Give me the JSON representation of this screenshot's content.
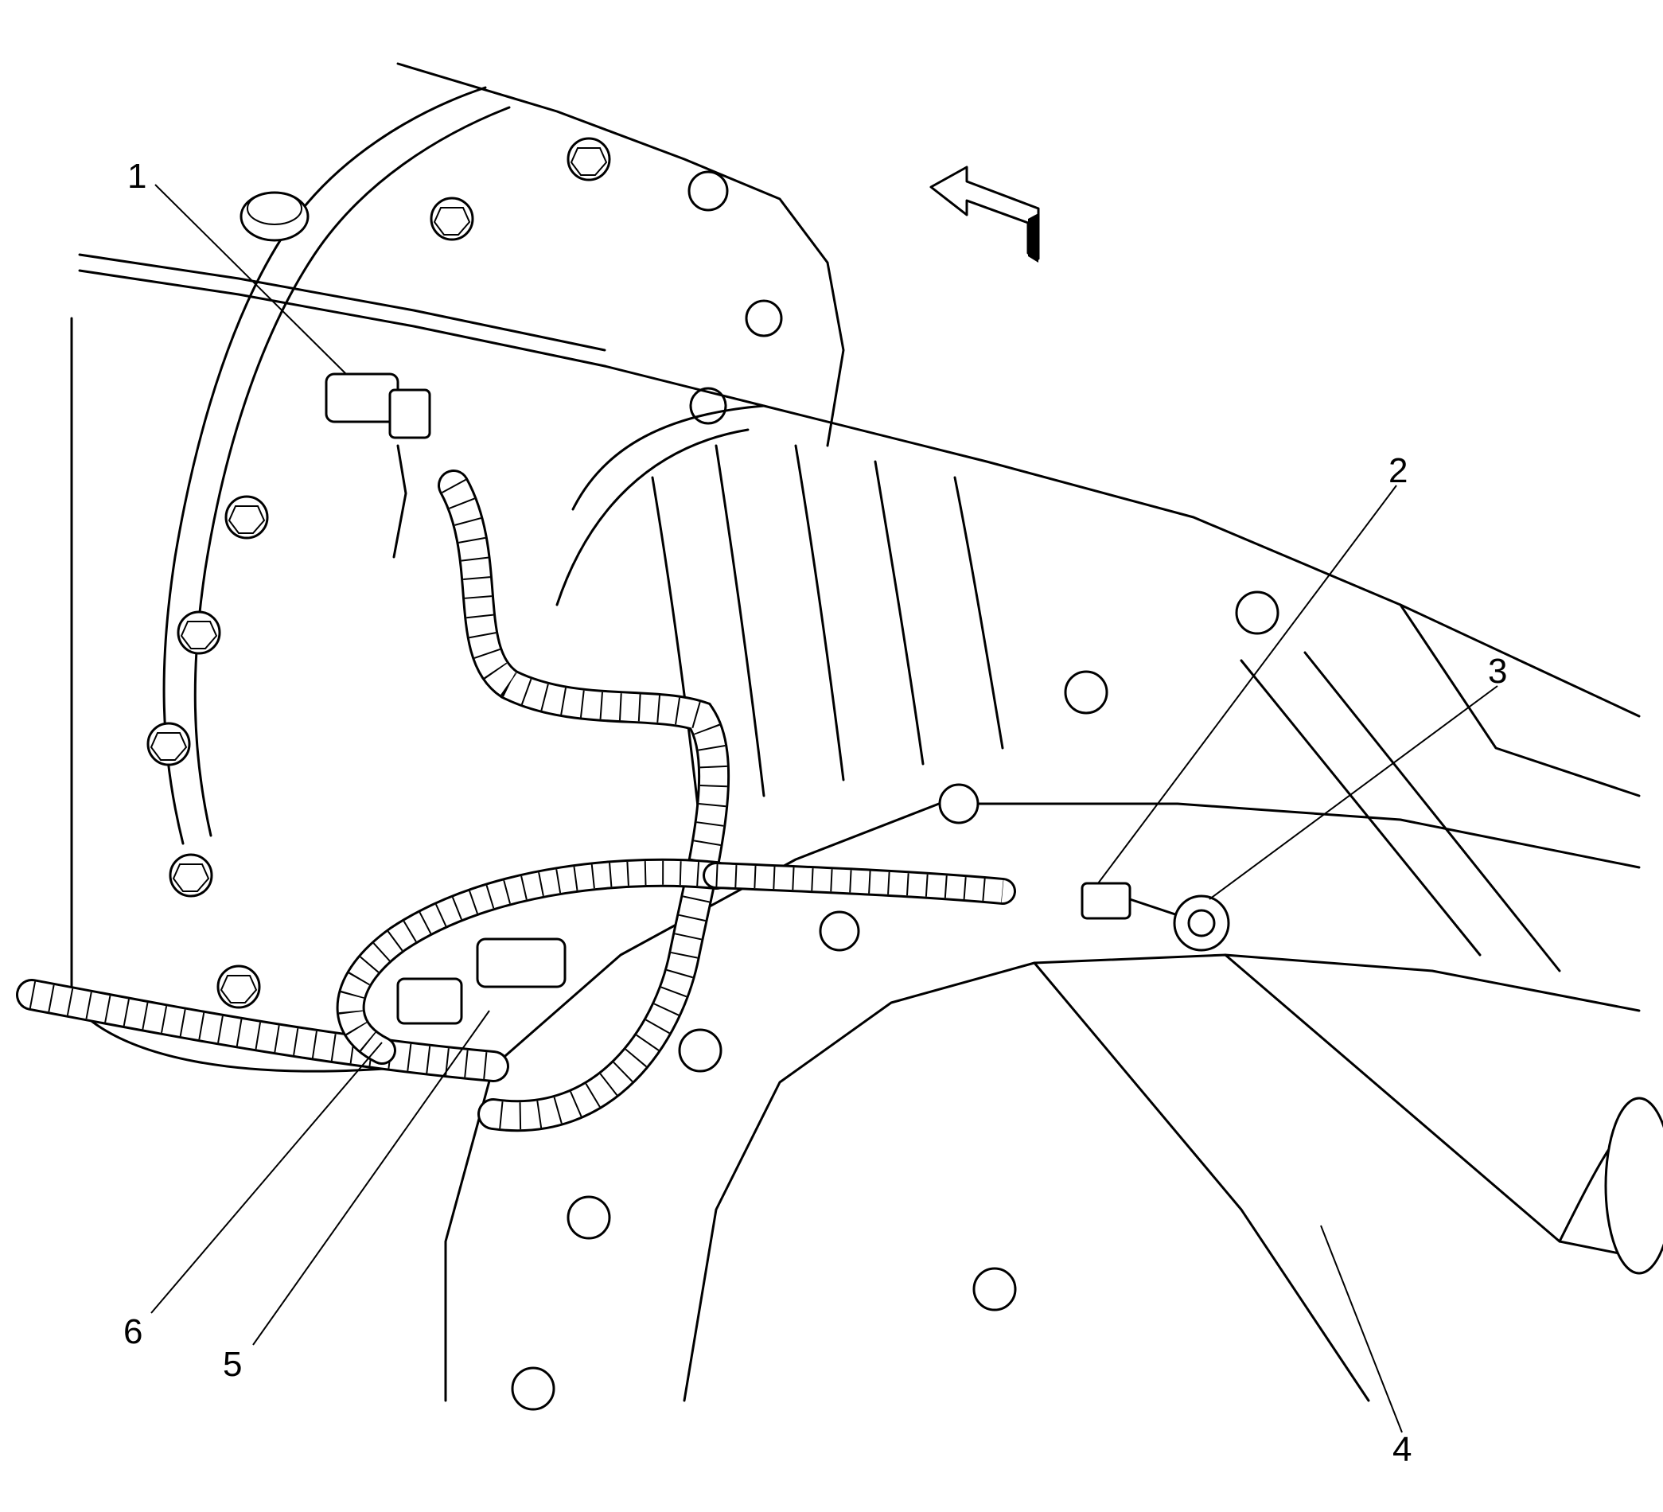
{
  "diagram": {
    "type": "technical-line-drawing",
    "subject": "transmission-and-transfer-case-wiring",
    "callouts": [
      {
        "id": "1",
        "label": "1"
      },
      {
        "id": "2",
        "label": "2"
      },
      {
        "id": "3",
        "label": "3"
      },
      {
        "id": "4",
        "label": "4"
      },
      {
        "id": "5",
        "label": "5"
      },
      {
        "id": "6",
        "label": "6"
      }
    ],
    "orientation_arrow": "front-arrow-icon",
    "colors": {
      "line": "#000000",
      "background": "#ffffff"
    }
  }
}
